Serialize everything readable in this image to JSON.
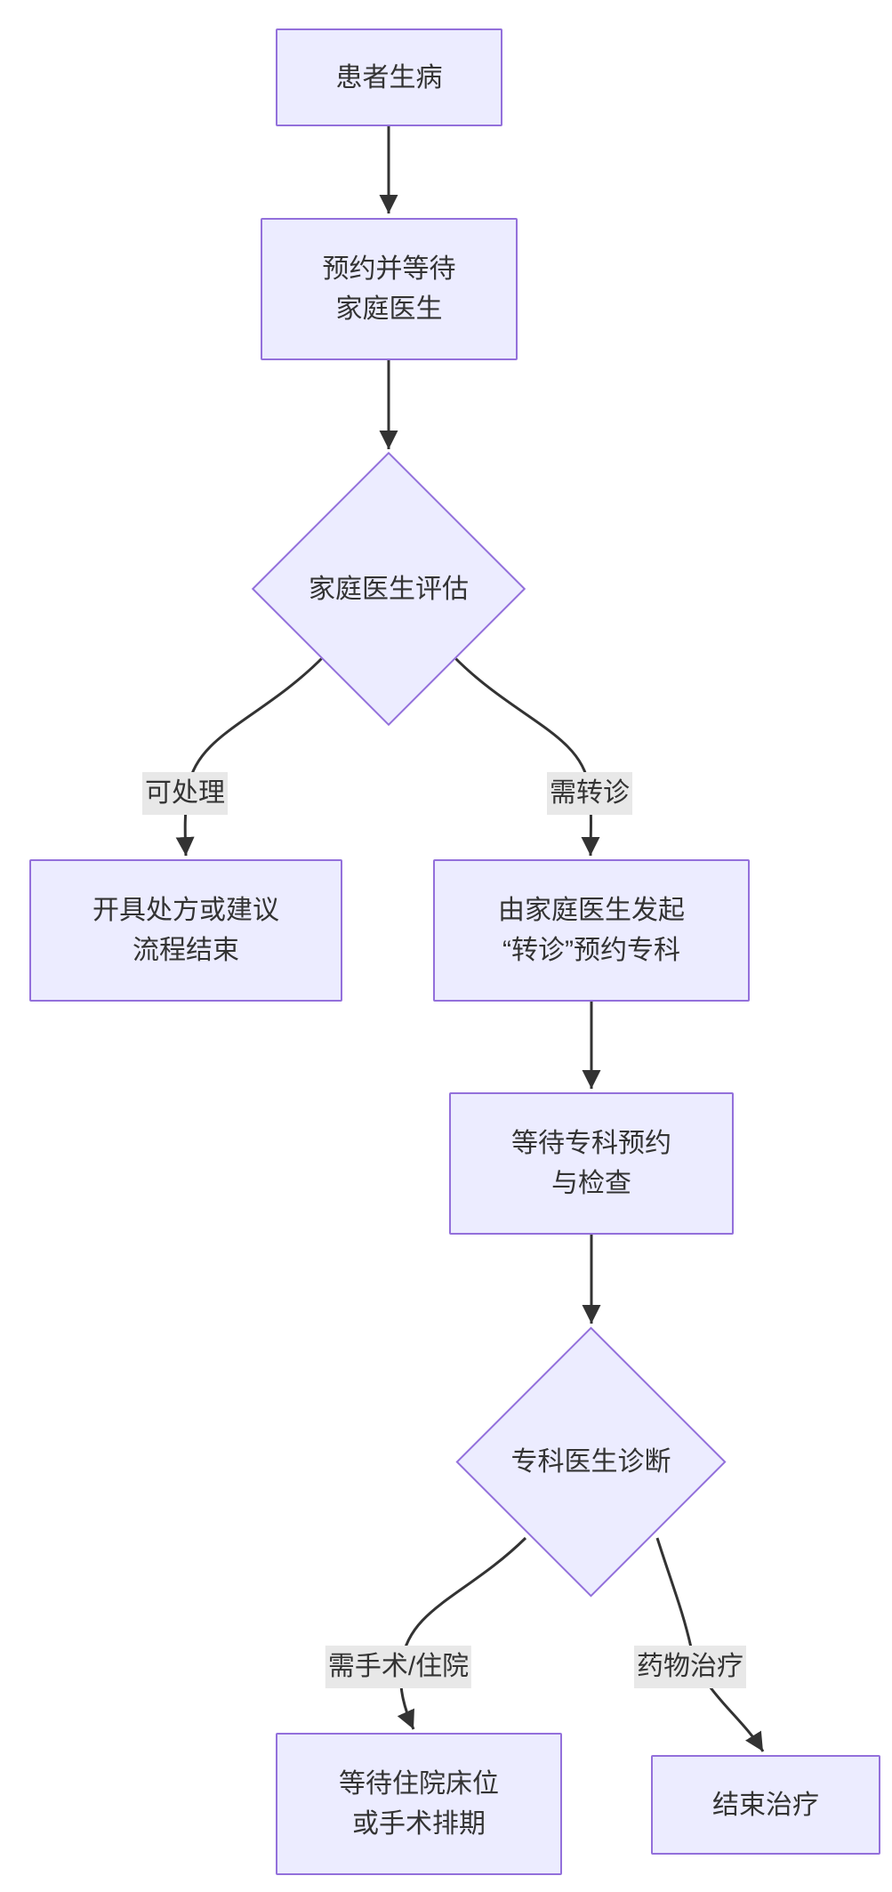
{
  "diagram": {
    "type": "flowchart",
    "direction": "top-down",
    "colors": {
      "node_fill": "#ECECFF",
      "node_border": "#9370DB",
      "edge_stroke": "#333333",
      "edge_label_bg": "#e8e8e8",
      "text": "#333333",
      "background": "#ffffff"
    },
    "nodes": [
      {
        "id": "A",
        "shape": "rect",
        "label": "患者生病"
      },
      {
        "id": "B",
        "shape": "rect",
        "label": "预约并等待\n家庭医生"
      },
      {
        "id": "C",
        "shape": "diamond",
        "label": "家庭医生评估"
      },
      {
        "id": "D",
        "shape": "rect",
        "label": "开具处方或建议\n流程结束"
      },
      {
        "id": "E",
        "shape": "rect",
        "label": "由家庭医生发起\n“转诊”预约专科"
      },
      {
        "id": "F",
        "shape": "rect",
        "label": "等待专科预约\n与检查"
      },
      {
        "id": "G",
        "shape": "diamond",
        "label": "专科医生诊断"
      },
      {
        "id": "H",
        "shape": "rect",
        "label": "等待住院床位\n或手术排期"
      },
      {
        "id": "I",
        "shape": "rect",
        "label": "结束治疗"
      }
    ],
    "edges": [
      {
        "from": "A",
        "to": "B",
        "label": ""
      },
      {
        "from": "B",
        "to": "C",
        "label": ""
      },
      {
        "from": "C",
        "to": "D",
        "label": "可处理"
      },
      {
        "from": "C",
        "to": "E",
        "label": "需转诊"
      },
      {
        "from": "E",
        "to": "F",
        "label": ""
      },
      {
        "from": "F",
        "to": "G",
        "label": ""
      },
      {
        "from": "G",
        "to": "H",
        "label": "需手术/住院"
      },
      {
        "from": "G",
        "to": "I",
        "label": "药物治疗"
      }
    ]
  }
}
